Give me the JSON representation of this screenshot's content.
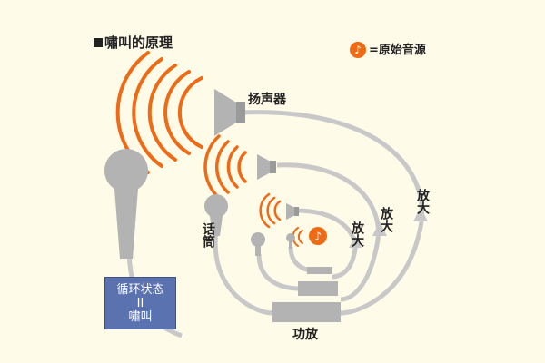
{
  "title": "嘯叫的原理",
  "legend": {
    "symbol": "♪",
    "text": "=原始音源"
  },
  "labels": {
    "speaker": "扬声器",
    "microphone": "话筒",
    "amplifier": "功放",
    "amplify_outer": "放大",
    "amplify_middle": "放大",
    "amplify_inner": "放大"
  },
  "state_box": {
    "line1": "循环状态",
    "line2": "II",
    "line3": "嘯叫"
  },
  "colors": {
    "background": "#fffbe9",
    "sound_wave": "#ee6a14",
    "device_gray": "#b3b3b3",
    "loop_gray": "#c8c8c8",
    "state_box": "#5b72b0"
  }
}
